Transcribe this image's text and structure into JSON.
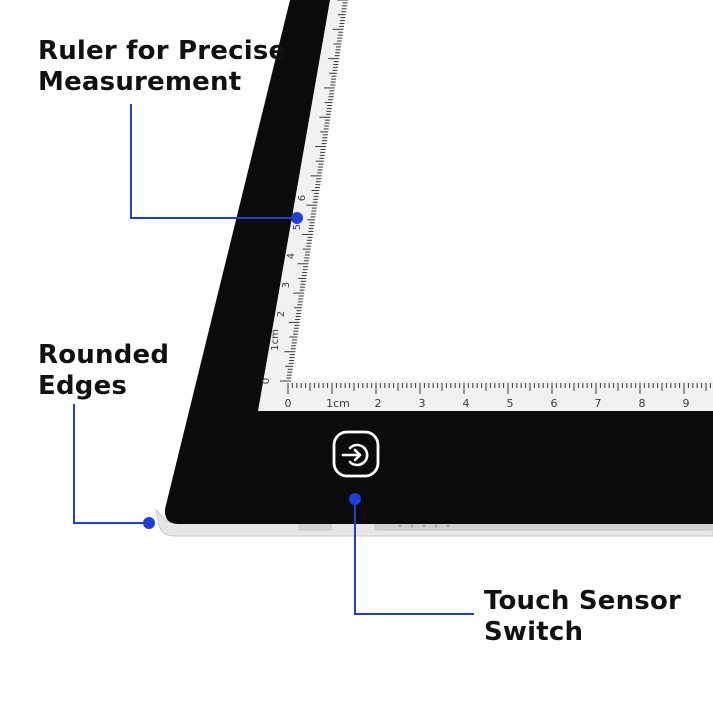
{
  "colors": {
    "callout_blue": "#1f3fd1",
    "panel_black": "#0b0b0b",
    "light_surface": "#ffffff",
    "acrylic_edge": "#e4e4e4",
    "ruler_ink": "#3a3a3a",
    "label_text": "#111111"
  },
  "callouts": {
    "ruler": {
      "line1": "Ruler for Precise",
      "line2": "Measurement"
    },
    "edges": {
      "line1": "Rounded",
      "line2": "Edges"
    },
    "switch": {
      "line1": "Touch Sensor",
      "line2": "Switch"
    }
  },
  "ruler": {
    "unit_label": "1cm",
    "horizontal_numbers": [
      "0",
      "1cm",
      "2",
      "3",
      "4",
      "5",
      "6",
      "7",
      "8",
      "9"
    ],
    "vertical_numbers": [
      "0",
      "1cm",
      "2",
      "3",
      "4",
      "5",
      "6"
    ]
  },
  "icons": {
    "switch_icon": "power-enter-icon"
  }
}
